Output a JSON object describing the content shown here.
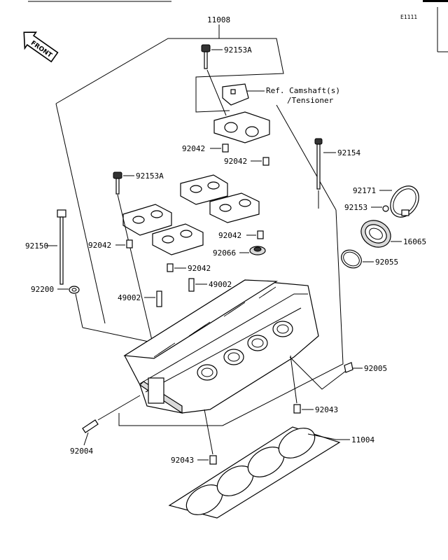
{
  "diagram_code": "E1111",
  "front_label": "FRONT",
  "parts": {
    "p11008": "11008",
    "p92153A_top": "92153A",
    "ref_camshaft_1": "Ref. Camshaft(s)",
    "ref_camshaft_2": "/Tensioner",
    "p92042_a": "92042",
    "p92042_b": "92042",
    "p92154": "92154",
    "p92153A_mid": "92153A",
    "p92171": "92171",
    "p92153": "92153",
    "p92150": "92150",
    "p92042_c": "92042",
    "p92042_d": "92042",
    "p16065": "16065",
    "p92066": "92066",
    "p92055": "92055",
    "p92042_e": "92042",
    "p92200": "92200",
    "p49002_a": "49002",
    "p49002_b": "49002",
    "p92005": "92005",
    "p92043_a": "92043",
    "p92004": "92004",
    "p11004": "11004",
    "p92043_b": "92043"
  }
}
